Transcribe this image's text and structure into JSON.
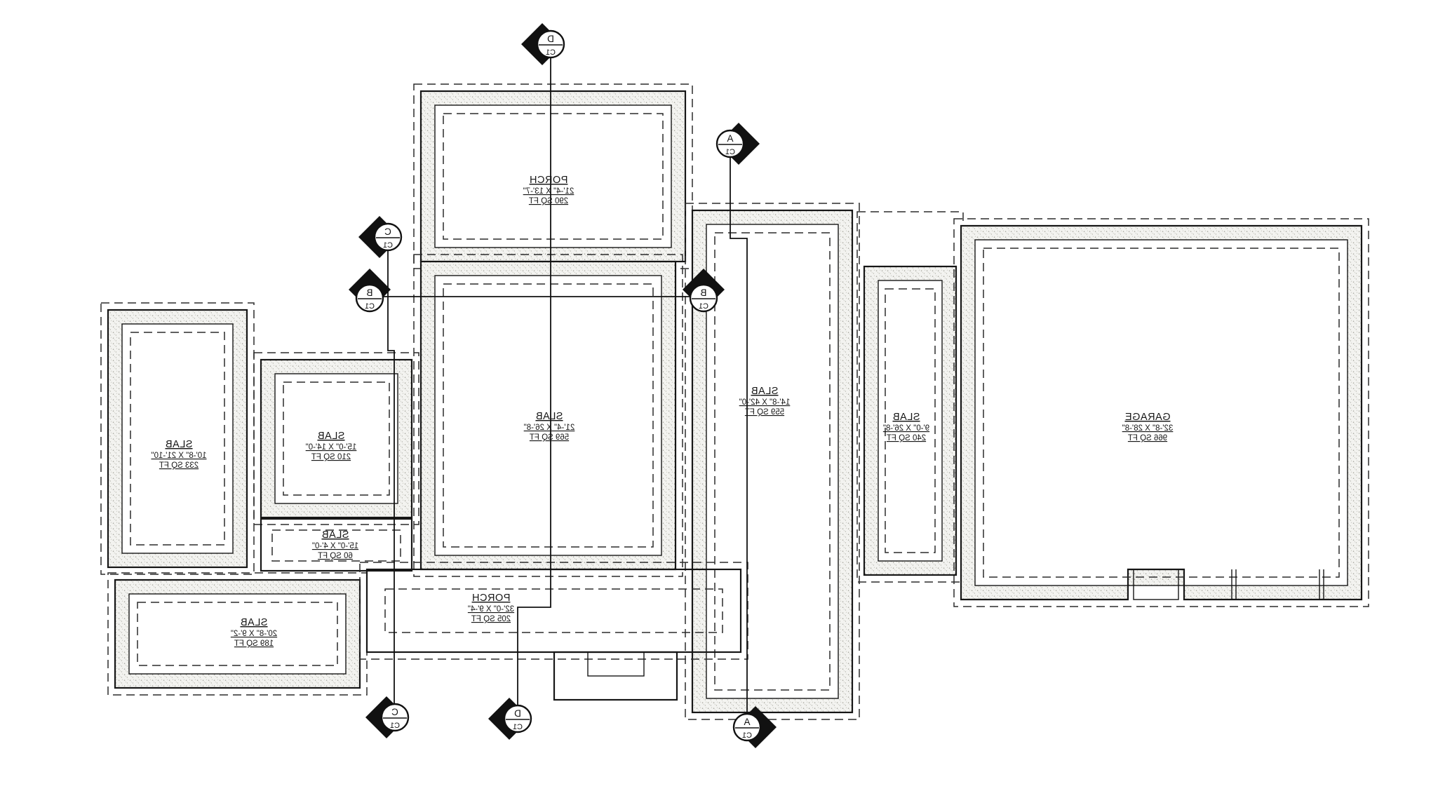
{
  "drawing": {
    "title": "foundation-slab-plan",
    "rooms": [
      {
        "id": "porch-top",
        "name": "PORCH",
        "dims": "21'-4\" X 13'-7\"",
        "area": "290 SQ FT"
      },
      {
        "id": "slab-center",
        "name": "SLAB",
        "dims": "21'-4\" X 26'-8\"",
        "area": "569 SQ FT"
      },
      {
        "id": "slab-tall",
        "name": "SLAB",
        "dims": "14'-8\" X 42'-0\"",
        "area": "559 SQ FT"
      },
      {
        "id": "slab-right",
        "name": "SLAB",
        "dims": "9'-0\" X 26'-8\"",
        "area": "240 SQ FT"
      },
      {
        "id": "garage",
        "name": "GARAGE",
        "dims": "32'-8\" X 28'-8\"",
        "area": "966 SQ FT"
      },
      {
        "id": "slab-left",
        "name": "SLAB",
        "dims": "10'-8\" X 21'-10\"",
        "area": "233 SQ FT"
      },
      {
        "id": "slab-mid",
        "name": "SLAB",
        "dims": "15'-0\" X 14'-0\"",
        "area": "210 SQ FT"
      },
      {
        "id": "slab-strip",
        "name": "SLAB",
        "dims": "15'-0\" X 4'-0\"",
        "area": "60 SQ FT"
      },
      {
        "id": "slab-bottomleft",
        "name": "SLAB",
        "dims": "20'-8\" X 9'-2\"",
        "area": "189 SQ FT"
      },
      {
        "id": "porch-bottom",
        "name": "PORCH",
        "dims": "32'-0\" X 9'-4\"",
        "area": "205 SQ FT"
      }
    ],
    "markers": [
      {
        "id": "d-top",
        "letter": "D",
        "sheet": "C1"
      },
      {
        "id": "a-top",
        "letter": "A",
        "sheet": "C1"
      },
      {
        "id": "c-top",
        "letter": "C",
        "sheet": "C1"
      },
      {
        "id": "b-left",
        "letter": "B",
        "sheet": "C1"
      },
      {
        "id": "b-right",
        "letter": "B",
        "sheet": "C1"
      },
      {
        "id": "c-bottom",
        "letter": "C",
        "sheet": "C1"
      },
      {
        "id": "d-bottom",
        "letter": "D",
        "sheet": "C1"
      },
      {
        "id": "a-bottom",
        "letter": "A",
        "sheet": "C1"
      }
    ],
    "colors": {
      "line": "#161616",
      "dashed_line": "#2b2b2b",
      "stipple": "#a9a9a1",
      "background": "#ffffff"
    },
    "text_mirrored": "true"
  }
}
